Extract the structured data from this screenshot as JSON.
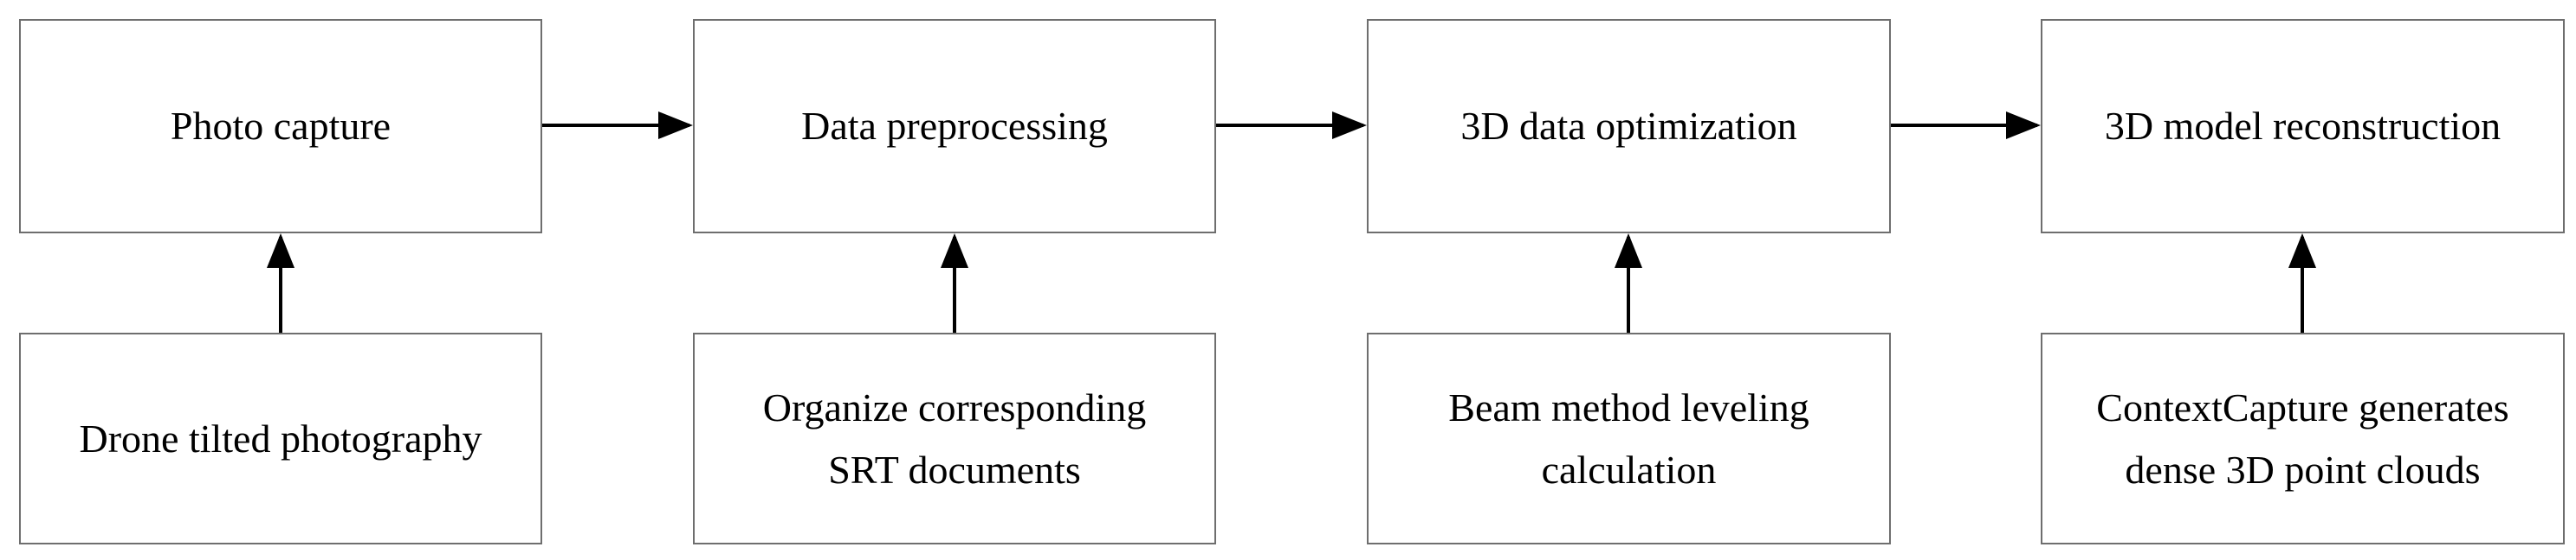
{
  "diagram": {
    "stages": [
      {
        "label": "Photo capture"
      },
      {
        "label": "Data preprocessing"
      },
      {
        "label": "3D data optimization"
      },
      {
        "label": "3D model reconstruction"
      }
    ],
    "inputs": [
      {
        "label": "Drone tilted photography"
      },
      {
        "label": "Organize corresponding\nSRT documents"
      },
      {
        "label": "Beam method leveling\ncalculation"
      },
      {
        "label": "ContextCapture generates\ndense 3D point clouds"
      }
    ],
    "colors": {
      "box_border": "#6e6e6e",
      "arrow": "#000000",
      "text": "#000000",
      "background": "#ffffff"
    }
  }
}
